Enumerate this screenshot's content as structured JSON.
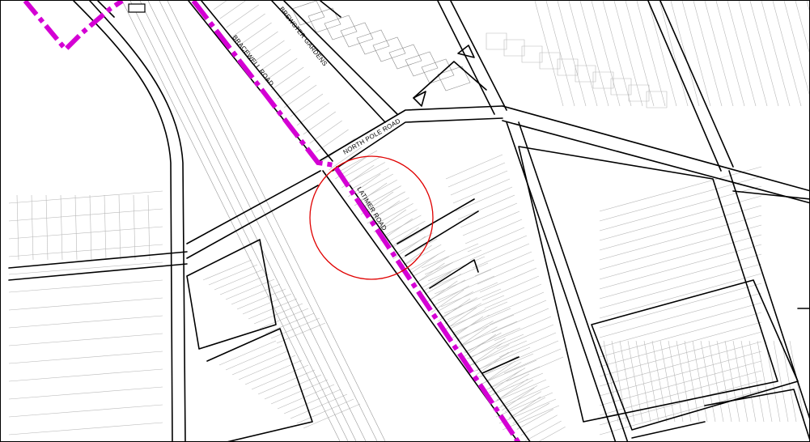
{
  "map": {
    "road_labels": {
      "bracewell_road": "BRACEWELL ROAD",
      "brewster_gardens": "BREWSTER GARDENS",
      "north_pole_road": "NORTH POLE ROAD",
      "latimer_road": "LATIMER ROAD"
    },
    "colors": {
      "boundary": "#d400d4",
      "roads": "#000000",
      "parcels": "#b8b8b8",
      "highlight_circle": "#e00000"
    },
    "icons": {
      "boundary_line": "dashed-magenta-boundary",
      "site_marker": "red-circle-marker"
    }
  }
}
